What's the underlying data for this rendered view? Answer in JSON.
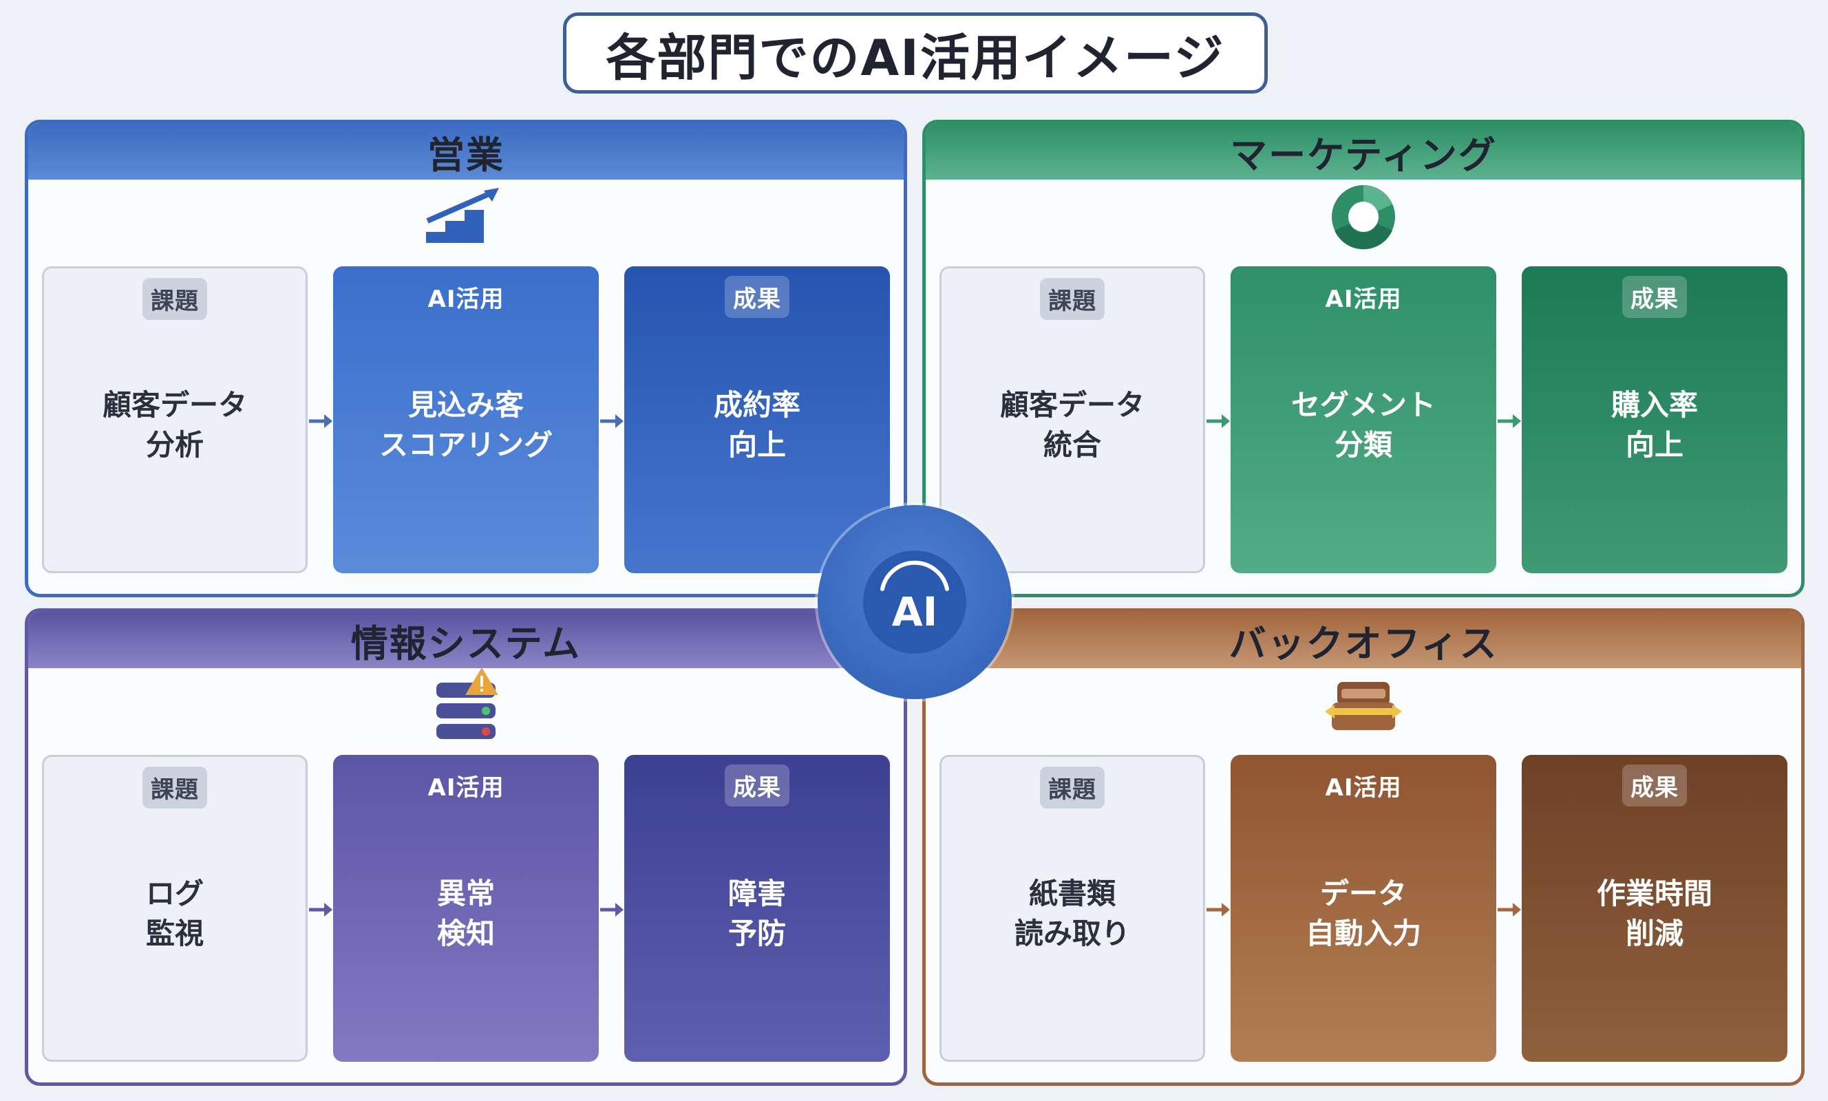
{
  "title": "各部門でのAI活用イメージ",
  "hub": {
    "label": "AI"
  },
  "tags": {
    "problem": "課題",
    "ai": "AI活用",
    "result": "成果"
  },
  "departments": {
    "sales": {
      "name": "営業",
      "icon": "stairs-growth-icon",
      "color": "#3c6cc0",
      "problem": [
        "顧客データ",
        "分析"
      ],
      "ai": [
        "見込み客",
        "スコアリング"
      ],
      "result": [
        "成約率",
        "向上"
      ]
    },
    "marketing": {
      "name": "マーケティング",
      "icon": "donut-chart-icon",
      "color": "#2e8f66",
      "problem": [
        "顧客データ",
        "統合"
      ],
      "ai": [
        "セグメント",
        "分類"
      ],
      "result": [
        "購入率",
        "向上"
      ]
    },
    "it": {
      "name": "情報システム",
      "icon": "server-warning-icon",
      "color": "#5e59a4",
      "problem": [
        "ログ",
        "監視"
      ],
      "ai": [
        "異常",
        "検知"
      ],
      "result": [
        "障害",
        "予防"
      ]
    },
    "backoffice": {
      "name": "バックオフィス",
      "icon": "scanner-icon",
      "color": "#9e653e",
      "problem": [
        "紙書類",
        "読み取り"
      ],
      "ai": [
        "データ",
        "自動入力"
      ],
      "result": [
        "作業時間",
        "削減"
      ]
    }
  }
}
